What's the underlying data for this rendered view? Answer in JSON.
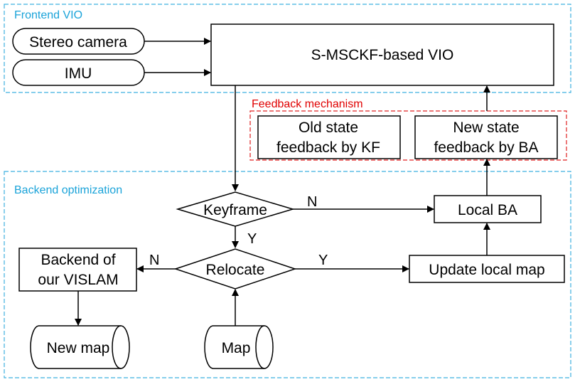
{
  "colors": {
    "frontend_border": "#3fb0e0",
    "frontend_label": "#1aa3d9",
    "feedback_border": "#e02020",
    "feedback_label": "#e00000",
    "backend_border": "#3fb0e0",
    "backend_label": "#1aa3d9",
    "stroke": "#000000"
  },
  "groups": {
    "frontend": {
      "label": "Frontend VIO"
    },
    "feedback": {
      "label": "Feedback mechanism"
    },
    "backend": {
      "label": "Backend optimization"
    }
  },
  "nodes": {
    "stereo_camera": {
      "label": "Stereo camera",
      "shape": "rounded-terminal"
    },
    "imu": {
      "label": "IMU",
      "shape": "rounded-terminal"
    },
    "vio": {
      "label": "S-MSCKF-based VIO",
      "shape": "rectangle"
    },
    "old_state": {
      "line1": "Old state",
      "line2": "feedback by KF",
      "shape": "rectangle"
    },
    "new_state": {
      "line1": "New state",
      "line2": "feedback by BA",
      "shape": "rectangle"
    },
    "keyframe": {
      "label": "Keyframe",
      "shape": "decision"
    },
    "local_ba": {
      "label": "Local BA",
      "shape": "rectangle"
    },
    "relocate": {
      "label": "Relocate",
      "shape": "decision"
    },
    "backend_vislam": {
      "line1": "Backend of",
      "line2": "our VISLAM",
      "shape": "rectangle"
    },
    "update_local_map": {
      "label": "Update local map",
      "shape": "rectangle"
    },
    "new_map": {
      "label": "New map",
      "shape": "database"
    },
    "map": {
      "label": "Map",
      "shape": "database"
    }
  },
  "edge_labels": {
    "keyframe_no": "N",
    "keyframe_yes": "Y",
    "relocate_no": "N",
    "relocate_yes": "Y"
  }
}
